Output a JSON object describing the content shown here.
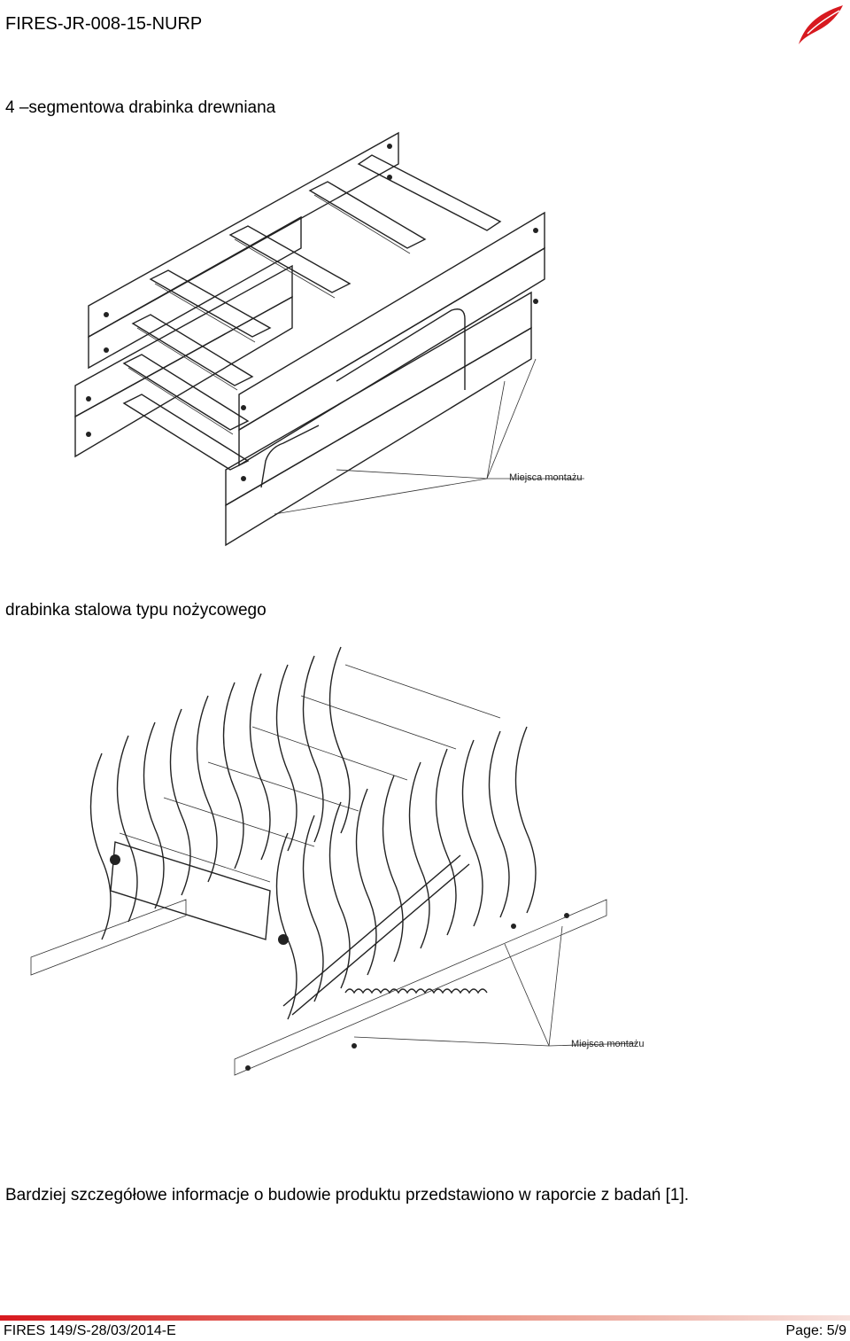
{
  "header": {
    "code": "FIRES-JR-008-15-NURP",
    "logo_color": "#d7191f"
  },
  "sections": [
    {
      "caption": "4 –segmentowa drabinka drewniana",
      "mount_label": "Miejsca montażu"
    },
    {
      "caption": "drabinka stalowa typu nożycowego",
      "mount_label": "Miejsca montażu"
    }
  ],
  "note": "Bardziej szczegółowe informacje o budowie produktu przedstawiono w raporcie z badań [1].",
  "footer": {
    "report": "FIRES 149/S-28/03/2014-E",
    "page": "Page: 5/9"
  }
}
